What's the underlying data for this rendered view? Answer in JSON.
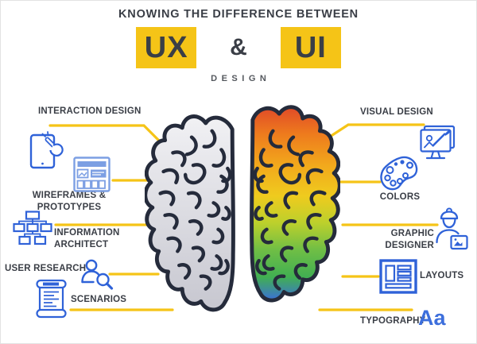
{
  "header": {
    "kicker": "KNOWING THE DIFFERENCE BETWEEN",
    "ux_label": "UX",
    "ampersand": "&",
    "ui_label": "UI",
    "subtitle": "DESIGN"
  },
  "ux_side": {
    "interaction_design": "INTERACTION DESIGN",
    "wireframes_line1": "WIREFRAMES &",
    "wireframes_line2": "PROTOTYPES",
    "information_line1": "INFORMATION",
    "information_line2": "ARCHITECT",
    "user_research": "USER RESEARCH",
    "scenarios": "SCENARIOS"
  },
  "ui_side": {
    "visual_design": "VISUAL DESIGN",
    "colors": "COLORS",
    "graphic_line1": "GRAPHIC",
    "graphic_line2": "DESIGNER",
    "layouts": "LAYOUTS",
    "typography": "TYPOGRAPHY",
    "typography_sample": "Aa"
  },
  "icons": {
    "ux": [
      "tablet-touch-icon",
      "wireframe-icon",
      "sitemap-icon",
      "person-magnifier-icon",
      "scroll-icon"
    ],
    "ui": [
      "monitor-paintbrush-icon",
      "palette-icon",
      "designer-person-icon",
      "layout-grid-icon"
    ]
  },
  "colors": {
    "accent_yellow": "#F5C417",
    "text_dark": "#3A3E46",
    "icon_blue": "#2F62D8",
    "icon_blue_light": "#7C9FE3",
    "typography_blue": "#3D6FDC",
    "brain_outline": "#252B3B"
  },
  "brain": {
    "outline": "#252B3B",
    "left_stops": [
      [
        0,
        "#F1F1F4"
      ],
      [
        100,
        "#C7C7D0"
      ]
    ],
    "right_stops": [
      [
        0,
        "#E04A28"
      ],
      [
        14,
        "#EE7B1D"
      ],
      [
        30,
        "#F2A81C"
      ],
      [
        46,
        "#EFCB1E"
      ],
      [
        60,
        "#BCD02C"
      ],
      [
        74,
        "#6FBE45"
      ],
      [
        88,
        "#41AF52"
      ],
      [
        100,
        "#3A6FD9"
      ]
    ]
  }
}
